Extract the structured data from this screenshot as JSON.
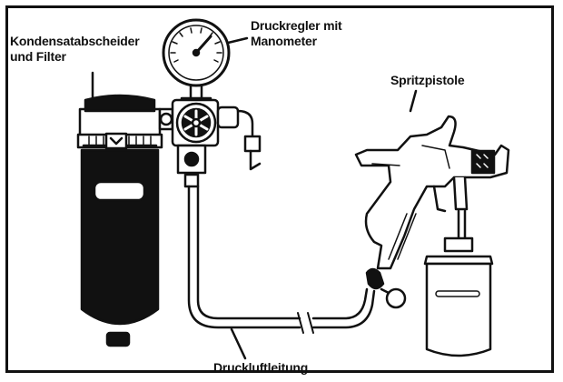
{
  "labels": {
    "filter": [
      "Kondensatabscheider",
      "und Filter"
    ],
    "regulator": [
      "Druckregler mit",
      "Manometer"
    ],
    "gun": "Spritzpistole",
    "hose": "Druckluftleitung"
  },
  "colors": {
    "ink": "#111111",
    "paper": "#ffffff"
  }
}
